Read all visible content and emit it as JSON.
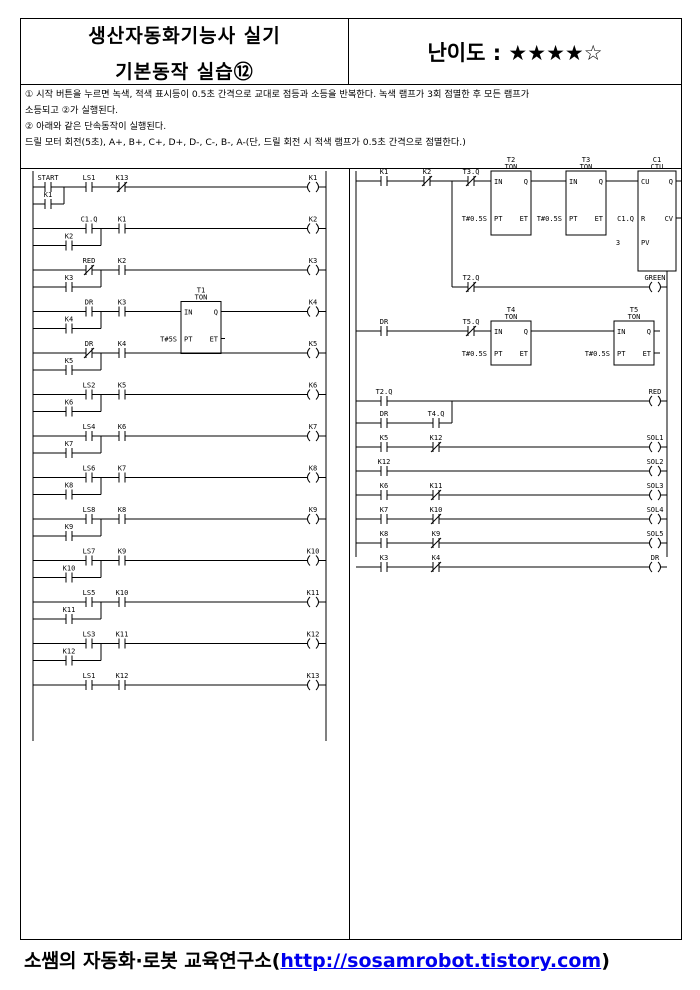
{
  "title": {
    "line1": "생산자동화기능사 실기",
    "line2": "기본동작 실습⑫"
  },
  "difficulty": "난이도 : ★★★★☆",
  "description": [
    "① 시작 버튼을 누르면 녹색, 적색 표시등이 0.5초 간격으로 교대로 점등과 소등을 반복한다. 녹색 램프가 3회 점멸한 후 모든 램프가",
    "소등되고 ②가 실행된다.",
    "② 아래와 같은 단속동작이 실행된다.",
    "드릴 모터 회전(5초), A+, B+, C+, D+, D-, C-, B-, A-(단, 드릴 회전 시 적색 램프가 0.5초 간격으로 점멸한다.)"
  ],
  "left_rungs": [
    {
      "c1": "START",
      "c1nc": false,
      "c2": "LS1",
      "c2nc": false,
      "c3": "K13",
      "c3nc": true,
      "b": "K1",
      "coil": "K1"
    },
    {
      "c1": "",
      "c2": "C1.Q",
      "c2nc": false,
      "c3": "K1",
      "c3nc": false,
      "b": "K2",
      "coil": "K2"
    },
    {
      "c1": "",
      "c2": "RED",
      "c2nc": true,
      "c3": "K2",
      "c3nc": false,
      "b": "K3",
      "coil": "K3"
    },
    {
      "c1": "",
      "c2": "DR",
      "c2nc": false,
      "c3": "K3",
      "c3nc": false,
      "b": "K4",
      "coil": "K4",
      "timer": {
        "name": "T1",
        "type": "TON",
        "pt": "T#5S"
      }
    },
    {
      "c1": "",
      "c2": "DR",
      "c2nc": true,
      "c3": "K4",
      "c3nc": false,
      "b": "K5",
      "coil": "K5"
    },
    {
      "c1": "",
      "c2": "LS2",
      "c2nc": false,
      "c3": "K5",
      "c3nc": false,
      "b": "K6",
      "coil": "K6"
    },
    {
      "c1": "",
      "c2": "LS4",
      "c2nc": false,
      "c3": "K6",
      "c3nc": false,
      "b": "K7",
      "coil": "K7"
    },
    {
      "c1": "",
      "c2": "LS6",
      "c2nc": false,
      "c3": "K7",
      "c3nc": false,
      "b": "K8",
      "coil": "K8"
    },
    {
      "c1": "",
      "c2": "LS8",
      "c2nc": false,
      "c3": "K8",
      "c3nc": false,
      "b": "K9",
      "coil": "K9"
    },
    {
      "c1": "",
      "c2": "LS7",
      "c2nc": false,
      "c3": "K9",
      "c3nc": false,
      "b": "K10",
      "coil": "K10"
    },
    {
      "c1": "",
      "c2": "LS5",
      "c2nc": false,
      "c3": "K10",
      "c3nc": false,
      "b": "K11",
      "coil": "K11"
    },
    {
      "c1": "",
      "c2": "LS3",
      "c2nc": false,
      "c3": "K11",
      "c3nc": false,
      "b": "K12",
      "coil": "K12"
    },
    {
      "c1": "",
      "c2": "LS1",
      "c2nc": false,
      "c3": "K12",
      "c3nc": false,
      "b": "",
      "coil": "K13"
    }
  ],
  "right": {
    "r1": {
      "k1": "K1",
      "k2": "K2",
      "t3q": "T3.Q",
      "t2": "T2",
      "t3": "T3",
      "ton": "TON",
      "pt1": "T#0.5S",
      "pt2": "T#0.5S",
      "c1": "C1",
      "ctu": "CTU",
      "c1q": "C1.Q",
      "pv": "3",
      "t2q": "T2.Q",
      "green": "GREEN",
      "in": "IN",
      "q": "Q",
      "ptl": "PT",
      "et": "ET",
      "cu": "CU",
      "r": "R",
      "cv": "CV",
      "pvl": "PV"
    },
    "r2": {
      "dr": "DR",
      "t5q": "T5.Q",
      "t4": "T4",
      "t5": "T5",
      "ton": "TON",
      "pt1": "T#0.5S",
      "pt2": "T#0.5S"
    },
    "r3": {
      "t2q": "T2.Q",
      "dr": "DR",
      "t4q": "T4.Q",
      "coil": "RED"
    },
    "sols": [
      {
        "a": "K5",
        "b": "K12",
        "bnc": true,
        "coil": "SOL1"
      },
      {
        "a": "K12",
        "b": "",
        "bnc": false,
        "coil": "SOL2"
      },
      {
        "a": "K6",
        "b": "K11",
        "bnc": true,
        "coil": "SOL3"
      },
      {
        "a": "K7",
        "b": "K10",
        "bnc": true,
        "coil": "SOL4"
      },
      {
        "a": "K8",
        "b": "K9",
        "bnc": true,
        "coil": "SOL5"
      },
      {
        "a": "K3",
        "b": "K4",
        "bnc": true,
        "coil": "DR"
      }
    ]
  },
  "footer": {
    "text": "소쌤의 자동화·로봇 교육연구소",
    "url": "http://sosamrobot.tistory.com"
  }
}
